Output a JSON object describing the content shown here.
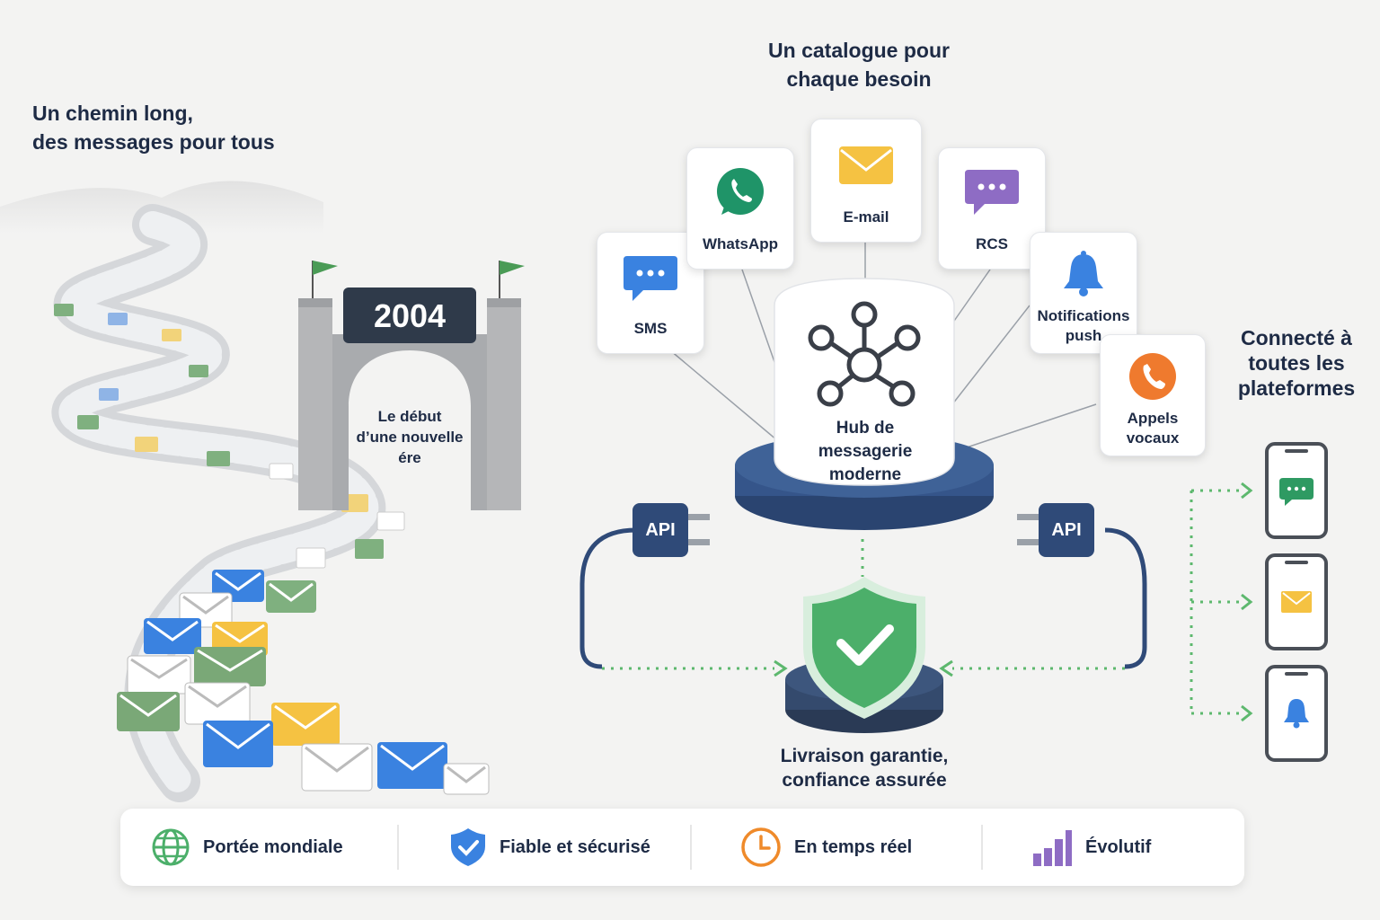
{
  "left": {
    "title_line1": "Un chemin long,",
    "title_line2": "des messages pour tous",
    "gate_year": "2004",
    "gate_caption_line1": "Le début",
    "gate_caption_line2": "d’une nouvelle",
    "gate_caption_line3": "ére"
  },
  "catalog": {
    "title_line1": "Un catalogue pour",
    "title_line2": "chaque besoin",
    "channels": [
      {
        "label": "SMS",
        "icon": "chat-bubble-icon",
        "color": "#3a82e0"
      },
      {
        "label": "WhatsApp",
        "icon": "whatsapp-icon",
        "color": "#1f9468"
      },
      {
        "label": "E-mail",
        "icon": "envelope-icon",
        "color": "#f5c242"
      },
      {
        "label": "RCS",
        "icon": "chat-bubble-icon",
        "color": "#8e6cc4"
      },
      {
        "label_line1": "Notifications",
        "label_line2": "push",
        "icon": "bell-icon",
        "color": "#3a82e0"
      },
      {
        "label_line1": "Appels",
        "label_line2": "vocaux",
        "icon": "phone-icon",
        "color": "#ef7a2e"
      }
    ]
  },
  "hub": {
    "label_line1": "Hub de",
    "label_line2": "messagerie",
    "label_line3": "moderne",
    "api_left": "API",
    "api_right": "API"
  },
  "delivery": {
    "label_line1": "Livraison garantie,",
    "label_line2": "confiance assurée"
  },
  "platforms": {
    "title_line1": "Connecté à",
    "title_line2": "toutes les",
    "title_line3": "plateformes",
    "devices": [
      "chat-bubble-icon",
      "envelope-icon",
      "bell-icon"
    ]
  },
  "features": [
    {
      "label": "Portée mondiale",
      "icon": "globe-icon",
      "color": "#4caf6a"
    },
    {
      "label": "Fiable et sécurisé",
      "icon": "shield-icon",
      "color": "#3a82e0"
    },
    {
      "label": "En temps réel",
      "icon": "clock-icon",
      "color": "#ef8a2a"
    },
    {
      "label": "Évolutif",
      "icon": "bar-chart-icon",
      "color": "#8e6cc4"
    }
  ],
  "colors": {
    "navy": "#2f4a78",
    "dark": "#1e2b45",
    "green": "#4caf6a",
    "dotted_line": "#5db86e"
  }
}
